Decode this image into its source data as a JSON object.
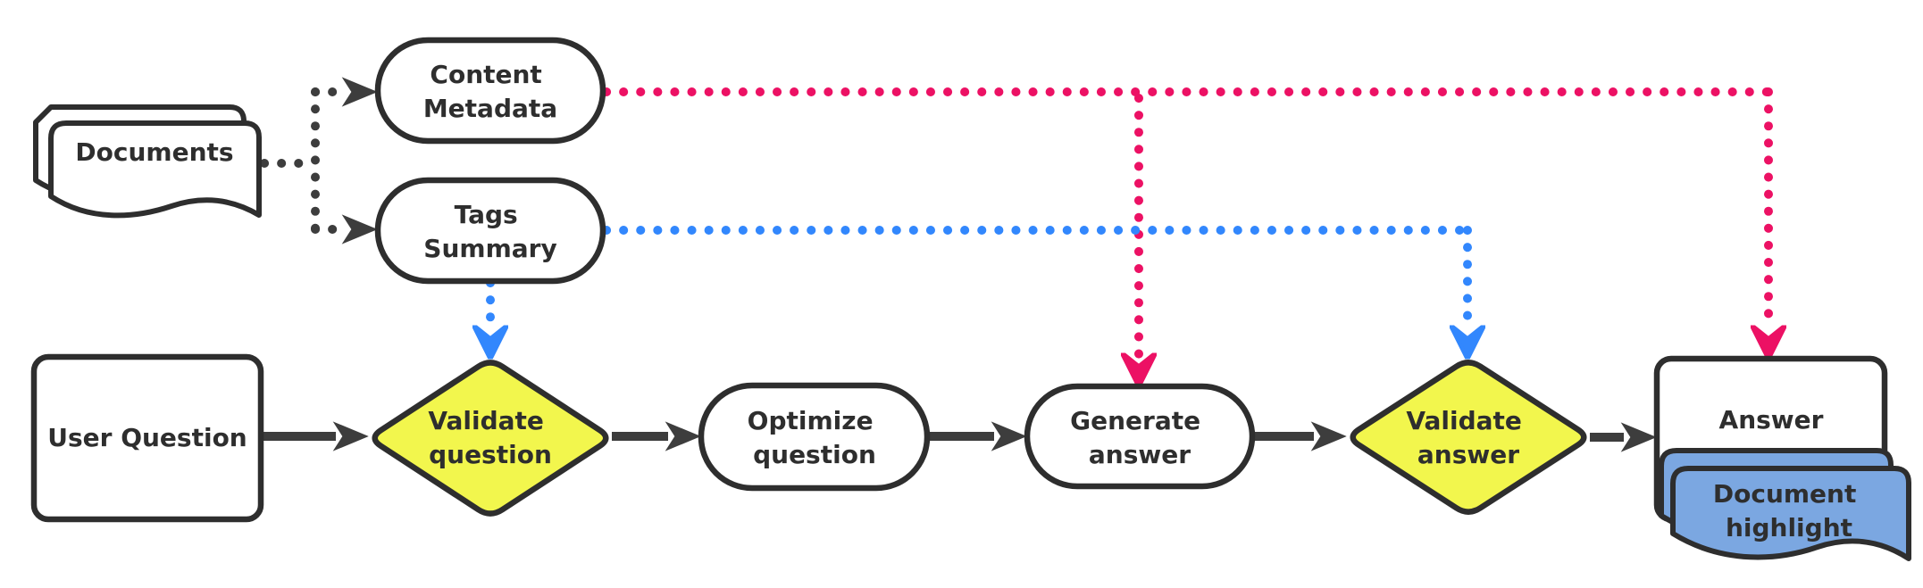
{
  "diagram": {
    "type": "flowchart",
    "background": "#ffffff",
    "colors": {
      "border_dark": "#2e2e2e",
      "arrow_dark": "#3d3d3d",
      "text": "#2e2e2e",
      "node_fill": "#ffffff",
      "decision_fill": "#f2f64d",
      "highlight_doc_fill": "#7ba7e1",
      "edge_pink": "#ec1164",
      "edge_blue": "#3287fd"
    },
    "nodes": {
      "documents": {
        "label": "Documents",
        "shape": "document-stack",
        "fill": "#ffffff"
      },
      "content_metadata": {
        "lines": [
          "Content",
          "Metadata"
        ],
        "shape": "stadium",
        "fill": "#ffffff"
      },
      "tags_summary": {
        "lines": [
          "Tags",
          "Summary"
        ],
        "shape": "stadium",
        "fill": "#ffffff"
      },
      "user_question": {
        "label": "User Question",
        "shape": "rectangle",
        "fill": "#ffffff"
      },
      "validate_question": {
        "lines": [
          "Validate",
          "question"
        ],
        "shape": "diamond",
        "fill": "#f2f64d"
      },
      "optimize_question": {
        "lines": [
          "Optimize",
          "question"
        ],
        "shape": "stadium",
        "fill": "#ffffff"
      },
      "generate_answer": {
        "lines": [
          "Generate",
          "answer"
        ],
        "shape": "stadium",
        "fill": "#ffffff"
      },
      "validate_answer": {
        "lines": [
          "Validate",
          "answer"
        ],
        "shape": "diamond",
        "fill": "#f2f64d"
      },
      "answer": {
        "label": "Answer",
        "shape": "rectangle",
        "fill": "#ffffff"
      },
      "document_highlight": {
        "lines": [
          "Document",
          "highlight"
        ],
        "shape": "document-stack",
        "fill": "#7ba7e1"
      }
    },
    "edges": [
      {
        "from": "documents",
        "to": "content_metadata",
        "style": "dotted",
        "color": "dark"
      },
      {
        "from": "documents",
        "to": "tags_summary",
        "style": "dotted",
        "color": "dark"
      },
      {
        "from": "content_metadata",
        "to": "generate_answer",
        "style": "dotted",
        "color": "pink"
      },
      {
        "from": "content_metadata",
        "to": "answer",
        "style": "dotted",
        "color": "pink"
      },
      {
        "from": "tags_summary",
        "to": "validate_question",
        "style": "dotted",
        "color": "blue"
      },
      {
        "from": "tags_summary",
        "to": "validate_answer",
        "style": "dotted",
        "color": "blue"
      },
      {
        "from": "user_question",
        "to": "validate_question",
        "style": "solid",
        "color": "dark"
      },
      {
        "from": "validate_question",
        "to": "optimize_question",
        "style": "solid",
        "color": "dark"
      },
      {
        "from": "optimize_question",
        "to": "generate_answer",
        "style": "solid",
        "color": "dark"
      },
      {
        "from": "generate_answer",
        "to": "validate_answer",
        "style": "solid",
        "color": "dark"
      },
      {
        "from": "validate_answer",
        "to": "answer",
        "style": "solid",
        "color": "dark"
      }
    ]
  }
}
